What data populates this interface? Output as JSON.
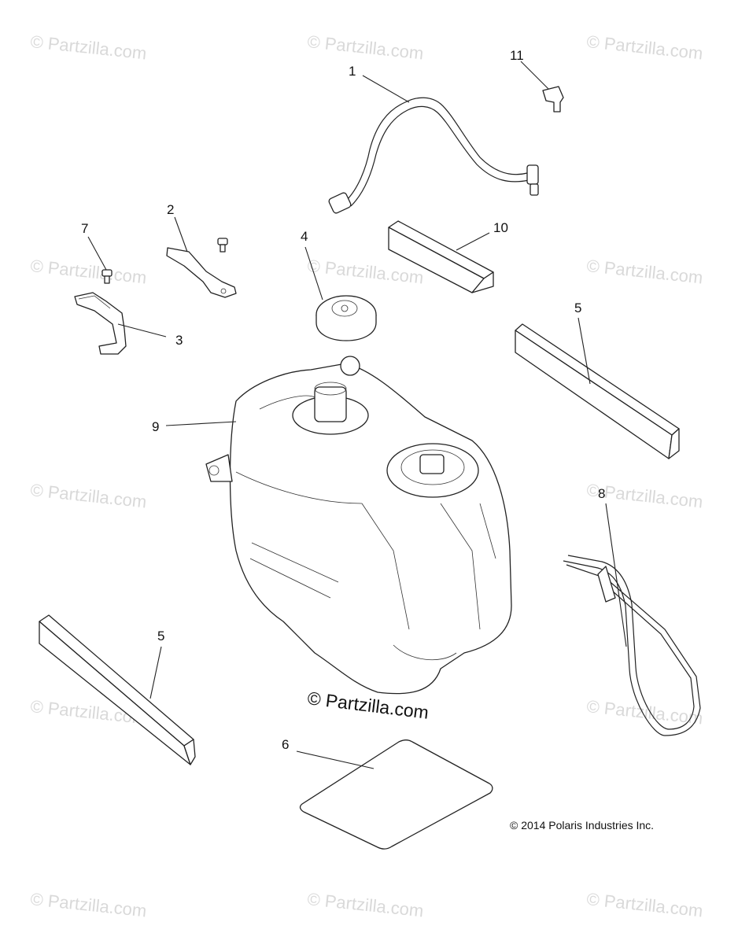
{
  "watermark": {
    "text": "© Partzilla.com"
  },
  "center_brand": "© Partzilla.com",
  "copyright": "© 2014 Polaris Industries Inc.",
  "callouts": {
    "c1": "1",
    "c2": "2",
    "c3": "3",
    "c4": "4",
    "c5a": "5",
    "c5b": "5",
    "c6": "6",
    "c7": "7",
    "c8": "8",
    "c9": "9",
    "c10": "10",
    "c11": "11"
  },
  "parts": [
    {
      "ref": "1",
      "name": "fuel-line-assembly"
    },
    {
      "ref": "2",
      "name": "bracket"
    },
    {
      "ref": "3",
      "name": "bracket"
    },
    {
      "ref": "4",
      "name": "fuel-cap"
    },
    {
      "ref": "5",
      "name": "foam-pad"
    },
    {
      "ref": "6",
      "name": "pad"
    },
    {
      "ref": "7",
      "name": "screw"
    },
    {
      "ref": "8",
      "name": "strap"
    },
    {
      "ref": "9",
      "name": "fuel-tank"
    },
    {
      "ref": "10",
      "name": "foam-block"
    },
    {
      "ref": "11",
      "name": "fitting"
    }
  ]
}
